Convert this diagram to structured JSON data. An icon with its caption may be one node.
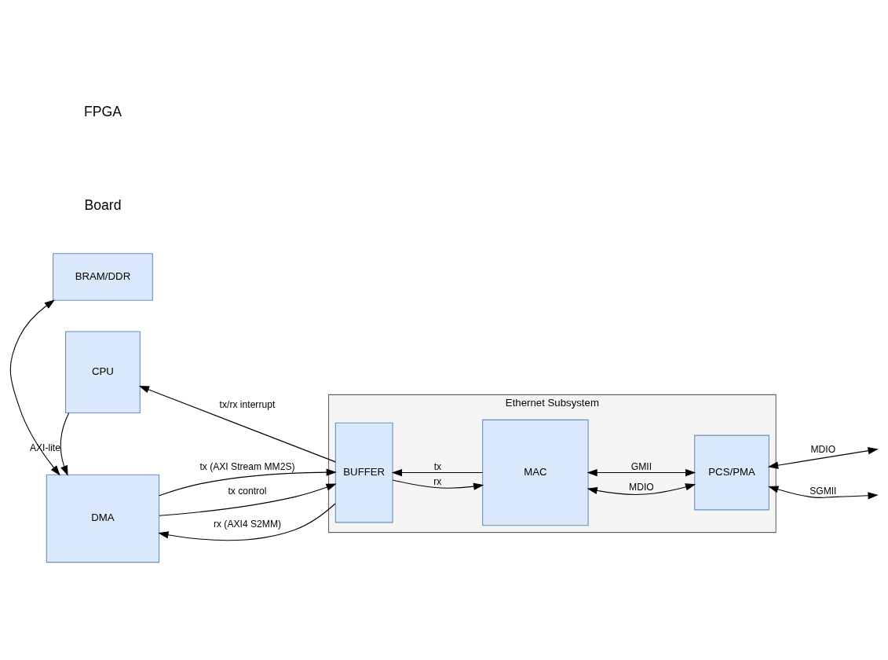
{
  "diagram": {
    "nodes": [
      {
        "text": [
          "BRAM/DDR"
        ]
      },
      {
        "text": [
          "DMA"
        ]
      },
      {
        "text": [
          "CPU"
        ]
      },
      {
        "text": [
          "Ethernet Subsystem"
        ]
      },
      {
        "text": [
          "BUFFER"
        ],
        "in": 3
      },
      {
        "text": [
          "MAC"
        ],
        "in": 3
      },
      {
        "text": [
          "PCS/PMA"
        ],
        "in": 3
      }
    ],
    "edges": [
      {
        "from": 0,
        "to": 1,
        "arrow": "both"
      },
      {
        "from": 1,
        "to": 4,
        "arrow": "to",
        "label": "tx (AXI Stream MM2S)"
      },
      {
        "from": 1,
        "to": 4,
        "arrow": "to",
        "label": "tx control"
      },
      {
        "from": 4,
        "to": 1,
        "arrow": "to",
        "label": "rx (AXI4 S2MM)"
      },
      {
        "from": 4,
        "to": 5,
        "arrow": "to",
        "label": "rx"
      },
      {
        "from": 5,
        "to": 4,
        "arrow": "to",
        "label": "tx"
      },
      {
        "from": 2,
        "to": 1,
        "arrow": "to",
        "label": "AXI-lite"
      },
      {
        "from": 4,
        "to": 2,
        "arrow": "to",
        "label": "tx/rx interrupt"
      },
      {
        "from": 5,
        "to": 6,
        "arrow": "both",
        "label": "MDIO"
      },
      {
        "from": 5,
        "to": 6,
        "arrow": "both",
        "label": "GMII"
      },
      {
        "from": 6,
        "to": null,
        "arrow": "both",
        "label": "MDIO"
      },
      {
        "from": 6,
        "to": null,
        "arrow": "both",
        "label": "SGMII"
      }
    ],
    "labels": [
      "FPGA",
      "Board"
    ]
  }
}
